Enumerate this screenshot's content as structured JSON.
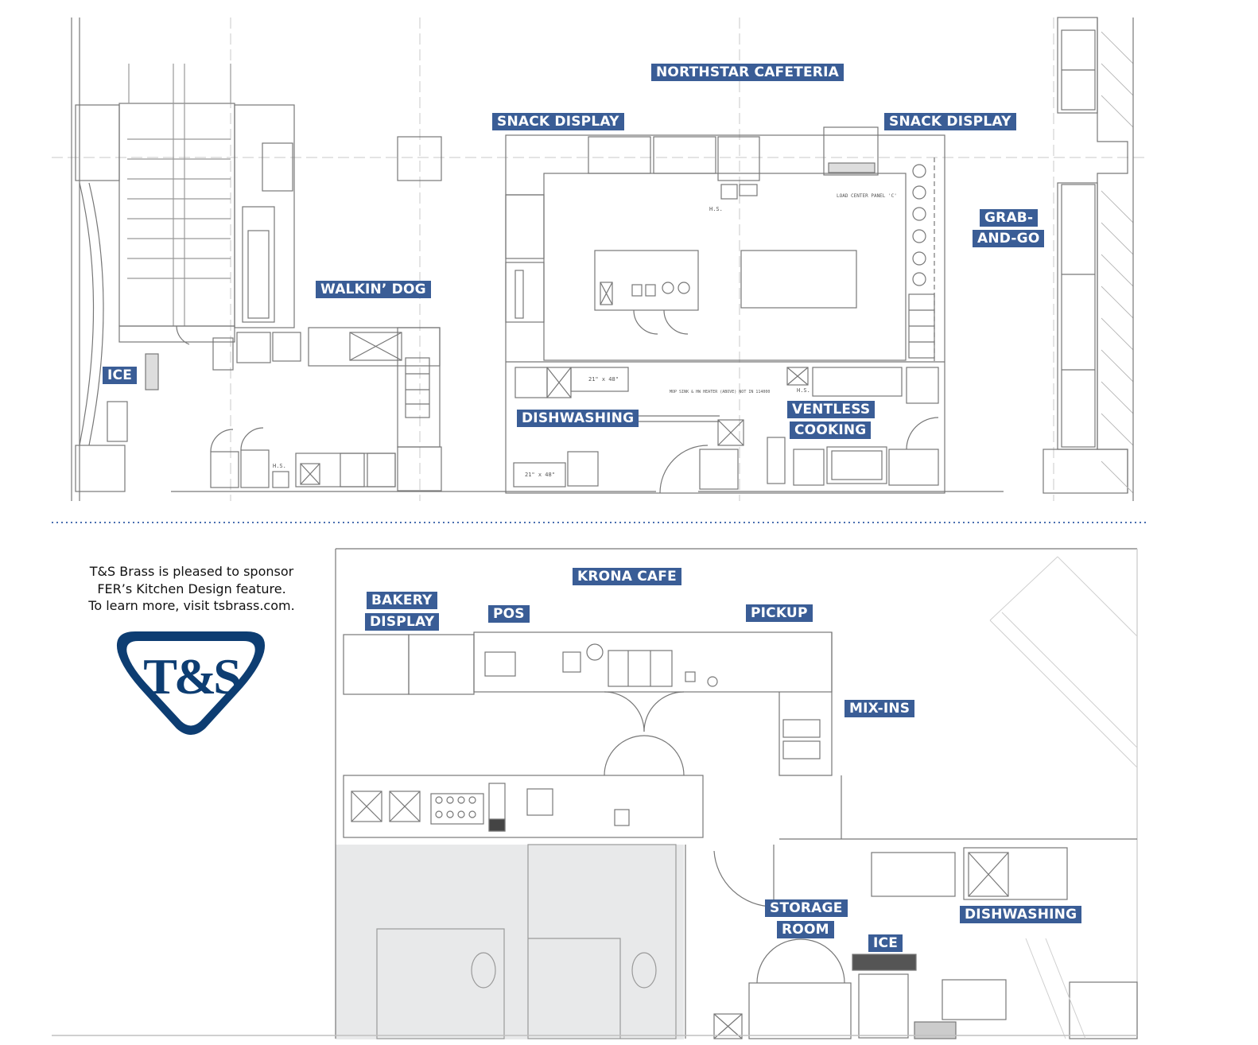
{
  "labels": {
    "northstar_cafeteria": "NORTHSTAR CAFETERIA",
    "snack_display_left": "SNACK DISPLAY",
    "snack_display_right": "SNACK DISPLAY",
    "grab_line1": "GRAB-",
    "grab_line2": "AND-GO",
    "walkin_dog": "WALKIN’ DOG",
    "ice_top": "ICE",
    "dishwashing_top": "DISHWASHING",
    "ventless_line1": "VENTLESS",
    "ventless_line2": "COOKING",
    "krona_cafe": "KRONA CAFE",
    "bakery_line1": "BAKERY",
    "bakery_line2": "DISPLAY",
    "pos": "POS",
    "pickup": "PICKUP",
    "mix_ins": "MIX-INS",
    "storage_line1": "STORAGE",
    "storage_line2": "ROOM",
    "ice_bottom": "ICE",
    "dishwashing_bottom": "DISHWASHING"
  },
  "plan_notes": {
    "hs": "H.S.",
    "load_center": "LOAD CENTER PANEL 'C'",
    "mop_sink": "MOP SINK & HW HEATER (ABOVE) NOT IN 114000",
    "dim_1": "21\" x 48\"",
    "dim_2": "21\" x 48\""
  },
  "sponsor": {
    "line1": "T&S Brass is pleased to sponsor",
    "line2": "FER’s Kitchen Design feature.",
    "line3": "To learn more, visit tsbrass.com."
  },
  "logo": {
    "text": "T&S",
    "color": "#0d3d72"
  },
  "colors": {
    "label_bg": "#3a5d96",
    "line": "#6b6b6b",
    "divider": "#4a6fb0",
    "shade": "#e8e9ea"
  }
}
